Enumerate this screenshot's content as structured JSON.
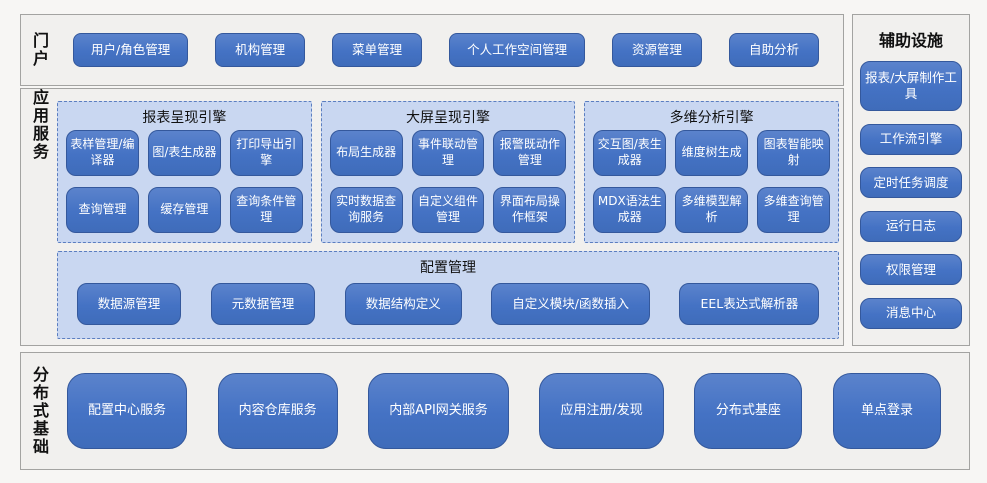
{
  "colors": {
    "node_blue": "#4472C4",
    "node_border": "#34589C",
    "panel_light_blue": "#C9D7F1",
    "panel_dashed_border": "#5B7EC0",
    "section_bg": "#F1F0EE",
    "section_border": "#A3A3A1",
    "node_text": "#FFFFFF",
    "label_text": "#111111"
  },
  "portal": {
    "label": "门户",
    "items": [
      "用户/角色管理",
      "机构管理",
      "菜单管理",
      "个人工作空间管理",
      "资源管理",
      "自助分析"
    ]
  },
  "app_services": {
    "label": "应用服务",
    "engines": [
      {
        "title": "报表呈现引擎",
        "items": [
          "表样管理/编译器",
          "图/表生成器",
          "打印导出引擎",
          "查询管理",
          "缓存管理",
          "查询条件管理"
        ]
      },
      {
        "title": "大屏呈现引擎",
        "items": [
          "布局生成器",
          "事件联动管理",
          "报警既动作管理",
          "实时数据查询服务",
          "自定义组件管理",
          "界面布局操作框架"
        ]
      },
      {
        "title": "多维分析引擎",
        "items": [
          "交互图/表生成器",
          "维度树生成",
          "图表智能映射",
          "MDX语法生成器",
          "多维模型解析",
          "多维查询管理"
        ]
      }
    ],
    "config": {
      "title": "配置管理",
      "items": [
        "数据源管理",
        "元数据管理",
        "数据结构定义",
        "自定义模块/函数插入",
        "EEL表达式解析器"
      ]
    }
  },
  "distributed": {
    "label": "分布式基础",
    "items": [
      "配置中心服务",
      "内容仓库服务",
      "内部API网关服务",
      "应用注册/发现",
      "分布式基座",
      "单点登录"
    ]
  },
  "auxiliary": {
    "title": "辅助设施",
    "items": [
      "报表/大屏制作工具",
      "工作流引擎",
      "定时任务调度",
      "运行日志",
      "权限管理",
      "消息中心"
    ]
  }
}
